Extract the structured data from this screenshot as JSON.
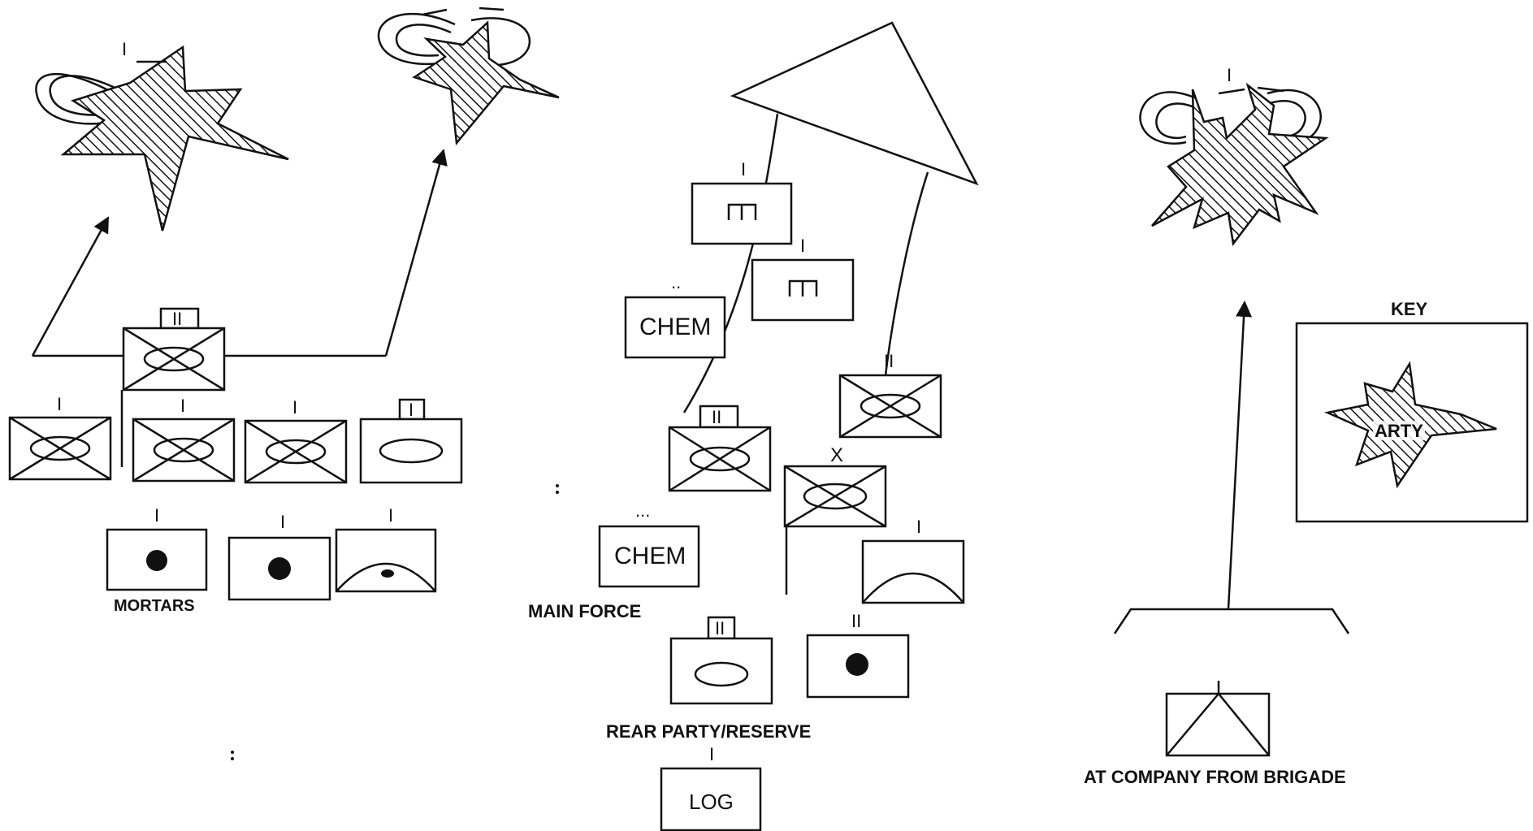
{
  "echelons": {
    "team": "I",
    "section": "..",
    "squad": "...",
    "battalion": "II",
    "brigade": "X"
  },
  "labels": {
    "mortars": "MORTARS",
    "main_force": "MAIN FORCE",
    "rear_party": "REAR PARTY/RESERVE",
    "at_company": "AT COMPANY FROM BRIGADE",
    "key_title": "KEY",
    "key_arty": "ARTY"
  },
  "units": {
    "chem": "CHEM",
    "log": "LOG"
  },
  "colors": {
    "ink": "#111111",
    "paper": "#ffffff"
  },
  "icons": [
    "artillery-burst-icon",
    "infantry-unit-icon",
    "armor-unit-icon",
    "mortar-unit-icon",
    "engineer-unit-icon",
    "anti-tank-unit-icon"
  ]
}
